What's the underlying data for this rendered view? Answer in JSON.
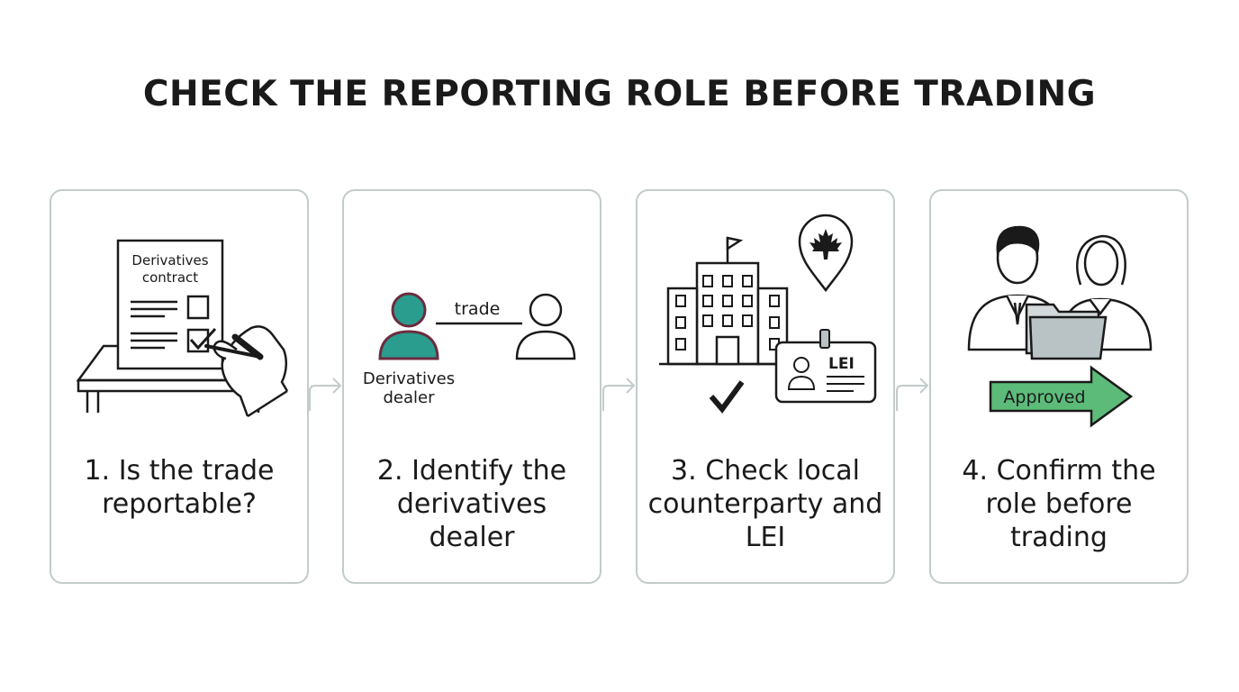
{
  "title": "CHECK THE REPORTING ROLE BEFORE TRADING",
  "steps": [
    {
      "caption": "1. Is the trade reportable?",
      "doc_line1": "Derivatives",
      "doc_line2": "contract"
    },
    {
      "caption": "2. Identify the derivatives dealer",
      "trade_label": "trade",
      "dealer_line1": "Derivatives",
      "dealer_line2": "dealer"
    },
    {
      "caption": "3. Check local counterparty and LEI",
      "badge_label": "LEI"
    },
    {
      "caption": "4. Confirm the role before trading",
      "approved_label": "Approved"
    }
  ],
  "colors": {
    "teal": "#2a9d8f",
    "maroon": "#6b2c3e",
    "approved_green": "#5dbb7a",
    "folder_gray": "#b9c2c4",
    "card_border": "#c3cbcb"
  },
  "icons": [
    "contract-document-icon",
    "signing-hand-icon",
    "desk-icon",
    "dealer-person-icon",
    "counterparty-person-icon",
    "building-icon",
    "maple-leaf-pin-icon",
    "checkmark-icon",
    "lei-badge-icon",
    "business-people-icon",
    "folder-icon",
    "approved-arrow-icon"
  ]
}
